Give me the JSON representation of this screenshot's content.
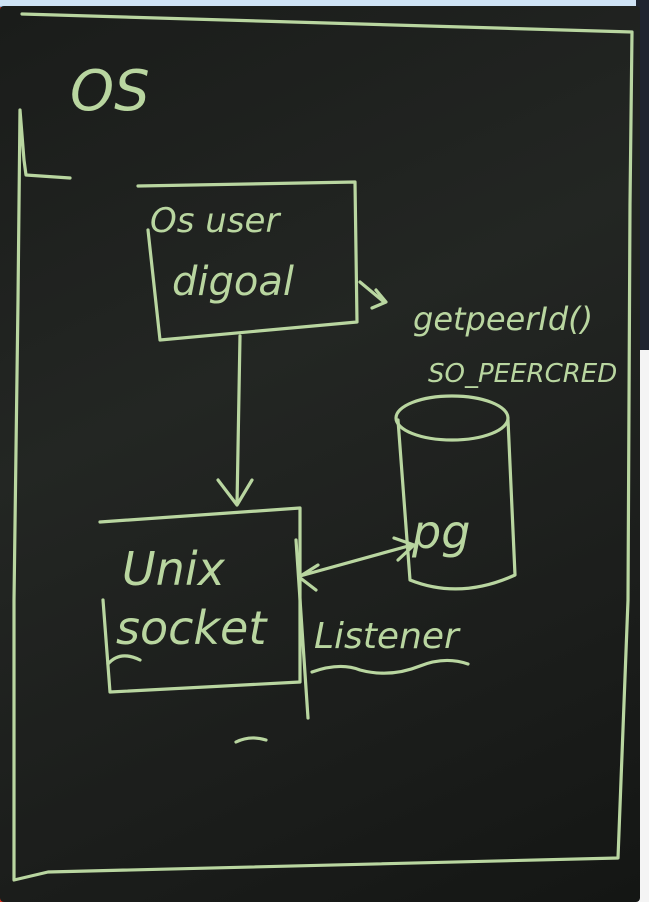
{
  "labels": {
    "os": "OS",
    "os_user_line1": "Os user",
    "os_user_line2": "digoal",
    "getpeerid": "getpeerId()",
    "so_peercred": "SO_PEERCRED",
    "pg": "pg",
    "unix": "Unix",
    "socket": "socket",
    "listener": "Listener"
  },
  "colors": {
    "chalk": "#b9d6a0",
    "board": "#1f221f",
    "background_red": "#d8311e"
  }
}
